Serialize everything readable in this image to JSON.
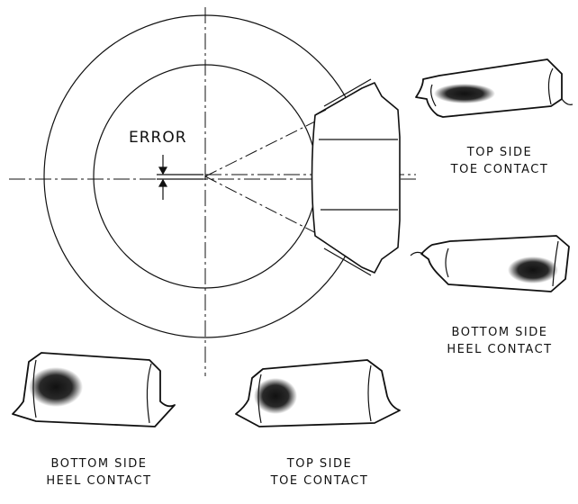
{
  "diagram": {
    "error_label": "ERROR",
    "captions": {
      "top_right": [
        "TOP SIDE",
        "TOE CONTACT"
      ],
      "middle_right": [
        "BOTTOM SIDE",
        "HEEL CONTACT"
      ],
      "bottom_left": [
        "BOTTOM SIDE",
        "HEEL CONTACT"
      ],
      "bottom_middle": [
        "TOP SIDE",
        "TOE CONTACT"
      ]
    }
  },
  "colors": {
    "ink": "#111111",
    "paper": "#ffffff"
  }
}
